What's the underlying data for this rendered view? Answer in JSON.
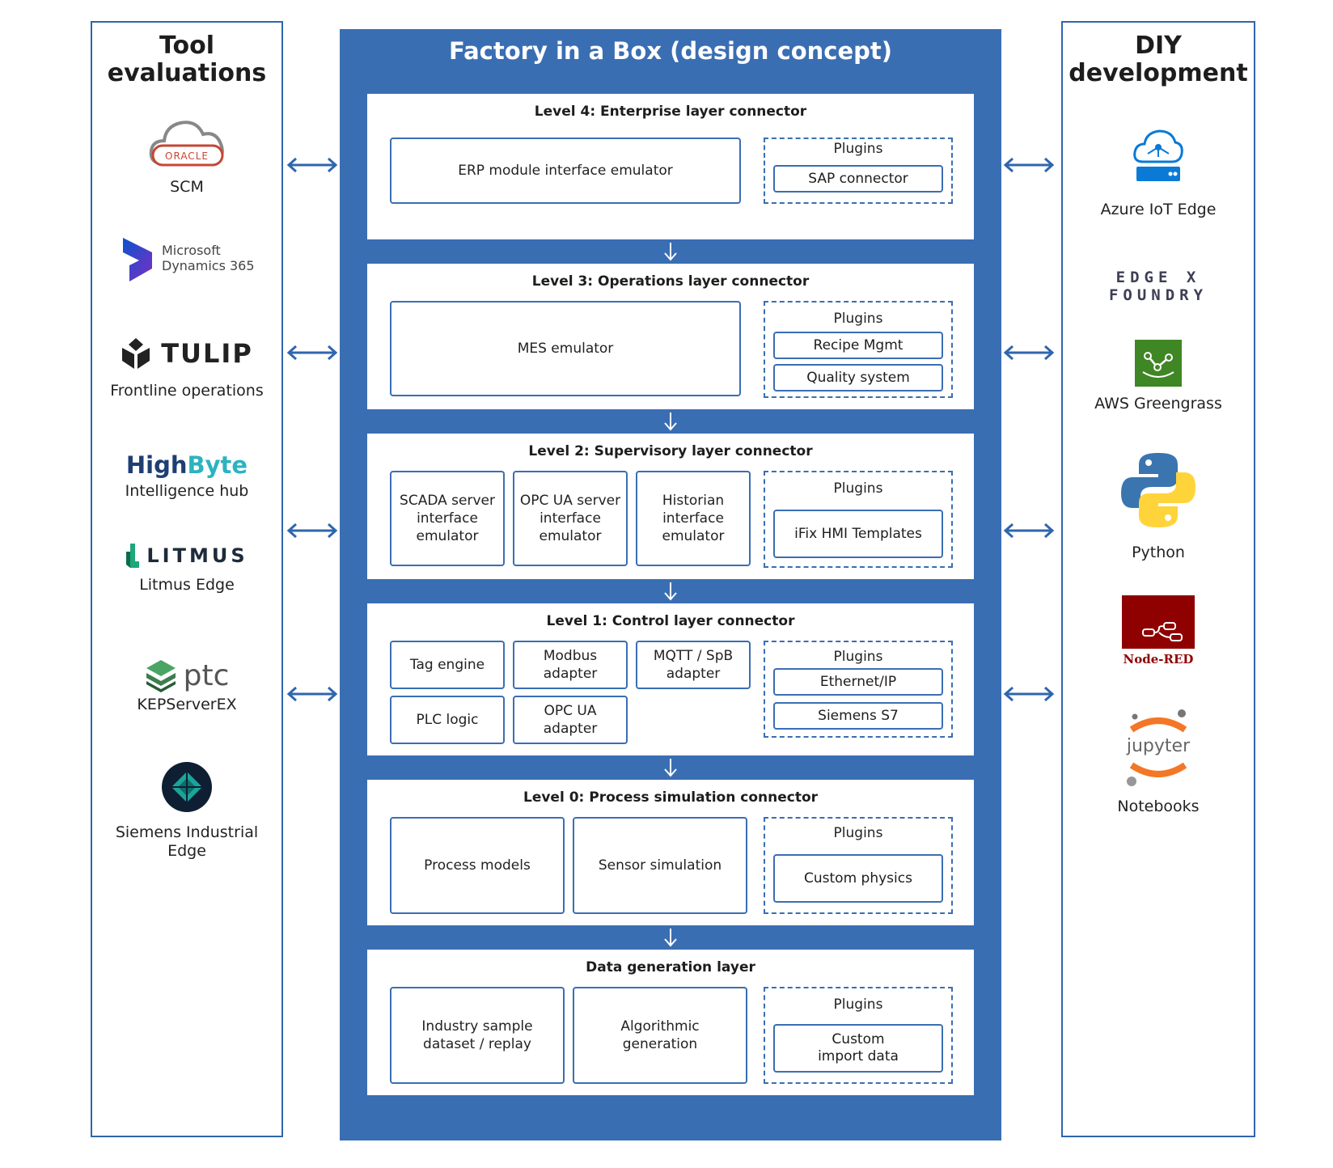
{
  "left_panel": {
    "title": "Tool\nevaluations",
    "tools": [
      {
        "icon": "oracle-cloud-icon",
        "logo_text": "ORACLE",
        "label": "SCM"
      },
      {
        "icon": "microsoft-dynamics-icon",
        "logo_text": "Microsoft\nDynamics 365",
        "label": ""
      },
      {
        "icon": "tulip-icon",
        "logo_text": "TULIP",
        "label": "Frontline operations"
      },
      {
        "icon": "highbyte-icon",
        "logo_text_a": "High",
        "logo_text_b": "Byte",
        "label": "Intelligence hub"
      },
      {
        "icon": "litmus-icon",
        "logo_text": "LITMUS",
        "label": "Litmus Edge"
      },
      {
        "icon": "ptc-icon",
        "logo_text": "ptc",
        "label": "KEPServerEX"
      },
      {
        "icon": "siemens-edge-icon",
        "label": "Siemens Industrial\nEdge"
      }
    ]
  },
  "right_panel": {
    "title": "DIY\ndevelopment",
    "tools": [
      {
        "icon": "azure-iot-edge-icon",
        "label": "Azure IoT Edge"
      },
      {
        "icon": "edgex-foundry-icon",
        "logo_text": "EDGE X FOUNDRY",
        "label": ""
      },
      {
        "icon": "aws-greengrass-icon",
        "label": "AWS Greengrass"
      },
      {
        "icon": "python-icon",
        "label": "Python"
      },
      {
        "icon": "node-red-icon",
        "logo_text": "Node-RED",
        "label": ""
      },
      {
        "icon": "jupyter-icon",
        "logo_text": "jupyter",
        "label": "Notebooks"
      }
    ]
  },
  "center": {
    "title": "Factory in a Box (design concept)",
    "plugins_label": "Plugins",
    "levels": [
      {
        "title": "Level 4: Enterprise layer connector",
        "boxes": [
          "ERP module interface emulator"
        ],
        "plugins": [
          "SAP connector"
        ]
      },
      {
        "title": "Level 3: Operations layer connector",
        "boxes": [
          "MES emulator"
        ],
        "plugins": [
          "Recipe Mgmt",
          "Quality system"
        ]
      },
      {
        "title": "Level 2: Supervisory layer connector",
        "boxes": [
          "SCADA server\ninterface\nemulator",
          "OPC UA server\ninterface\nemulator",
          "Historian\ninterface\nemulator"
        ],
        "plugins": [
          "iFix HMI Templates"
        ]
      },
      {
        "title": "Level 1: Control layer connector",
        "boxes": [
          "Tag engine",
          "Modbus\nadapter",
          "MQTT / SpB\nadapter",
          "PLC logic",
          "OPC UA\nadapter"
        ],
        "plugins": [
          "Ethernet/IP",
          "Siemens S7"
        ]
      },
      {
        "title": "Level 0: Process simulation connector",
        "boxes": [
          "Process models",
          "Sensor simulation"
        ],
        "plugins": [
          "Custom physics"
        ]
      },
      {
        "title": "Data generation layer",
        "boxes": [
          "Industry sample\ndataset / replay",
          "Algorithmic\ngeneration"
        ],
        "plugins": [
          "Custom\nimport data"
        ]
      }
    ]
  },
  "colors": {
    "accent": "#3a6eb3",
    "border": "#2f66ad"
  }
}
